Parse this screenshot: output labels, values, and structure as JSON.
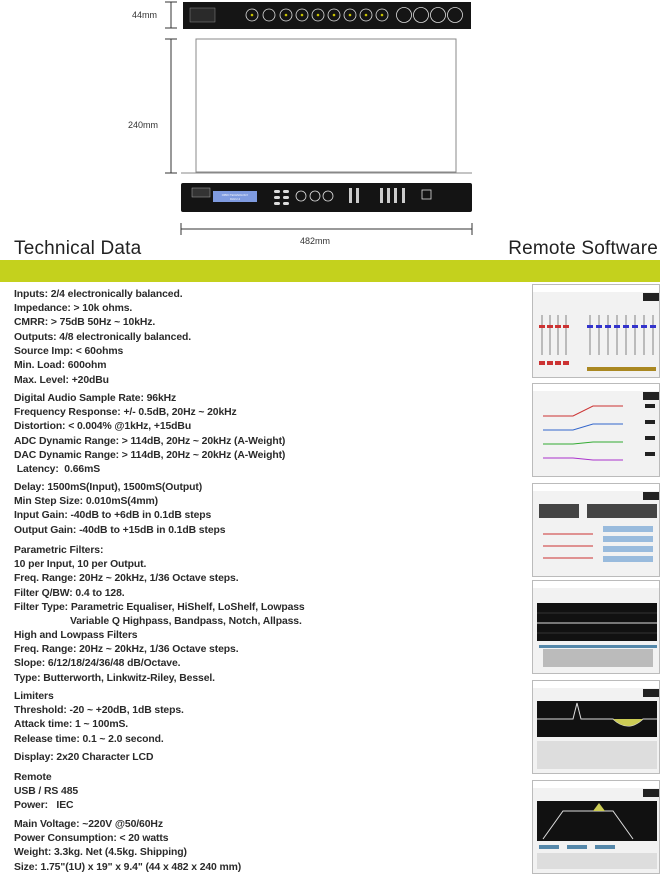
{
  "drawing": {
    "dim_height": "44mm",
    "dim_depth": "240mm",
    "dim_width": "482mm",
    "lcd_line1": "OPRO TECHNOLOGY",
    "lcd_line2": "DLM 2.4"
  },
  "headings": {
    "left": "Technical Data",
    "right": "Remote Software"
  },
  "specs": [
    [
      "Inputs: 2/4 electronically balanced.",
      "Impedance: > 10k ohms.",
      "CMRR: > 75dB 50Hz ~ 10kHz."
    ],
    [
      "Outputs: 4/8 electronically balanced.",
      "Source Imp: < 60ohms",
      "Min. Load: 600ohm",
      "Max. Level: +20dBu"
    ],
    [
      "Digital Audio Sample Rate: 96kHz",
      "Frequency Response: +/- 0.5dB, 20Hz ~ 20kHz",
      "Distortion: < 0.004% @1kHz, +15dBu",
      "ADC Dynamic Range: > 114dB, 20Hz ~ 20kHz (A-Weight)",
      "DAC Dynamic Range: > 114dB, 20Hz ~ 20kHz (A-Weight)",
      " Latency:  0.66mS"
    ],
    [
      "Delay: 1500mS(Input), 1500mS(Output)",
      "Min Step Size: 0.010mS(4mm)",
      "Input Gain: -40dB to +6dB in 0.1dB steps",
      "Output Gain: -40dB to +15dB in 0.1dB steps"
    ],
    [
      "Parametric Filters:",
      "10 per Input, 10 per Output.",
      "Freq. Range: 20Hz ~ 20kHz, 1/36 Octave steps.",
      "Filter Q/BW: 0.4 to 128.",
      "Filter Type: Parametric Equaliser, HiShelf, LoShelf, Lowpass",
      "Variable Q Highpass, Bandpass, Notch, Allpass."
    ],
    [
      "High and Lowpass Filters",
      "Freq. Range: 20Hz ~ 20kHz, 1/36 Octave steps.",
      "Slope: 6/12/18/24/36/48 dB/Octave.",
      "Type: Butterworth, Linkwitz-Riley, Bessel."
    ],
    [
      "Limiters",
      "Threshold: -20 ~ +20dB, 1dB steps.",
      "Attack time: 1 ~ 100mS.",
      "Release time: 0.1 ~ 2.0 second."
    ],
    [
      "Display: 2x20 Character LCD"
    ],
    [
      "Remote",
      "USB / RS 485",
      "Power:   IEC"
    ],
    [
      "Main Voltage: ~220V @50/60Hz",
      "Power Consumption: < 20 watts",
      "Weight: 3.3kg. Net (4.5kg. Shipping)",
      "Size: 1.75\"(1U) x 19\" x 9.4\" (44 x 482 x 240 mm)"
    ]
  ],
  "colors": {
    "accent": "#c4d11d",
    "panel": "#111111",
    "lcd": "#7f9be0"
  }
}
